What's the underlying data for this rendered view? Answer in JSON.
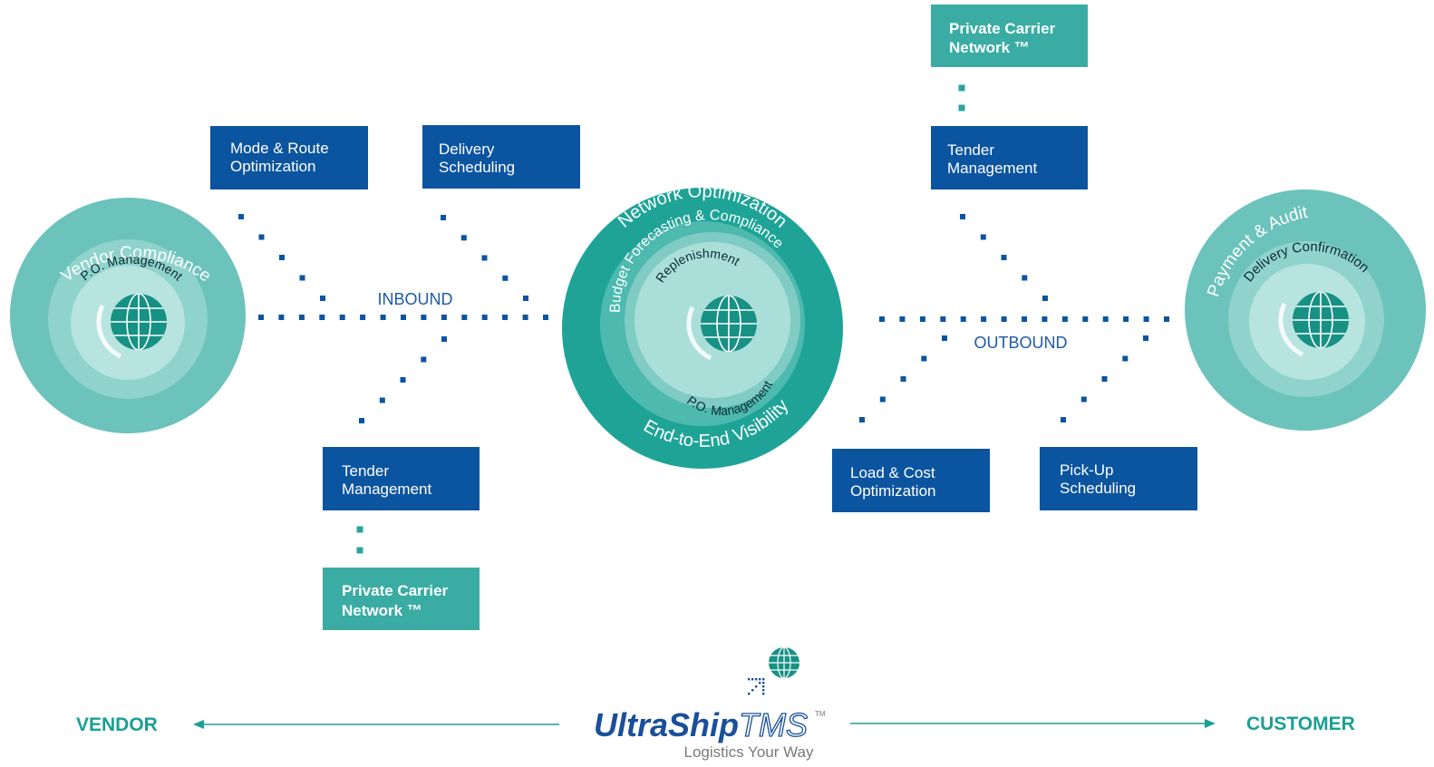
{
  "colors": {
    "blue_box": "#0b54a0",
    "teal_box": "#3aaca3",
    "dot_blue": "#0b54a0",
    "dot_teal": "#2aa59b",
    "circle_outer": "#6cc3bb",
    "circle_mid": "#8fd3cc",
    "circle_inner": "#b7e4df",
    "hub_outer": "#1fa397",
    "hub_mid": "#4db9af",
    "hub_inner": "#80ccc4",
    "hub_core": "#aadfd9",
    "globe": "#179184",
    "accent_teal": "#1a9f95",
    "logo_blue": "#1a4f9a"
  },
  "boxes": {
    "mode_route": [
      "Mode & Route",
      "Optimization"
    ],
    "delivery_scheduling": [
      "Delivery",
      "Scheduling"
    ],
    "tender_inbound": [
      "Tender",
      "Management"
    ],
    "carrier_inbound": [
      "Private Carrier",
      "Network ™"
    ],
    "carrier_outbound": [
      "Private Carrier",
      "Network ™"
    ],
    "tender_outbound": [
      "Tender",
      "Management"
    ],
    "load_cost": [
      "Load & Cost",
      "Optimization"
    ],
    "pickup": [
      "Pick-Up",
      "Scheduling"
    ]
  },
  "flows": {
    "inbound": "INBOUND",
    "outbound": "OUTBOUND"
  },
  "vendor_circle": {
    "outer": "Vendor Compliance",
    "inner": "P.O. Management",
    "icon": "globe-icon"
  },
  "hub_circle": {
    "top": "Network Optimization",
    "bottom": "End-to-End Visibility",
    "middle": "Budget Forecasting & Compliance",
    "inner_top": "Replenishment",
    "inner_bottom": "P.O. Management",
    "icon": "globe-icon"
  },
  "customer_circle": {
    "outer": "Payment & Audit",
    "inner": "Delivery Confirmation",
    "icon": "globe-icon"
  },
  "footer": {
    "vendor": "VENDOR",
    "customer": "CUSTOMER",
    "logo_main": "UltraShip",
    "logo_tms": "TMS",
    "logo_tm": "TM",
    "tagline": "Logistics Your Way",
    "logo_icon": "globe-icon"
  }
}
